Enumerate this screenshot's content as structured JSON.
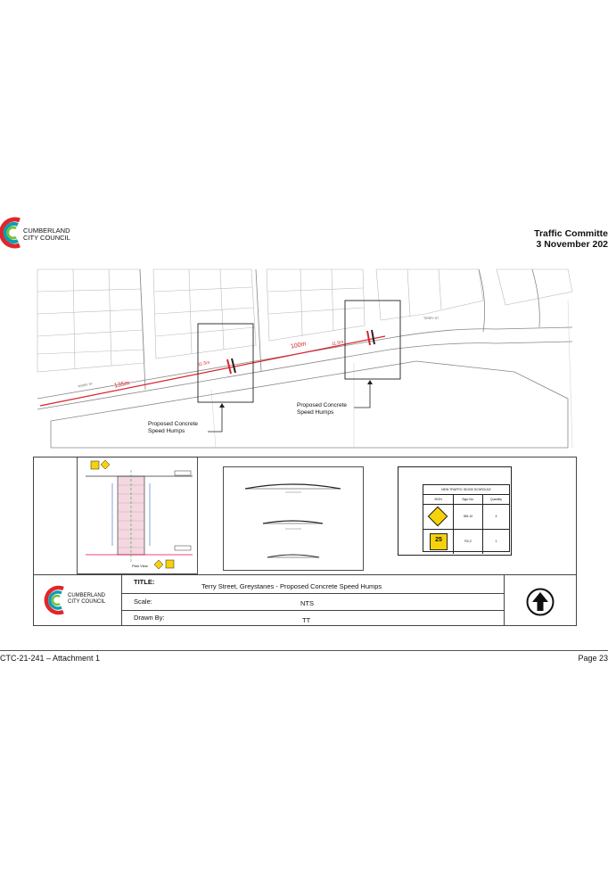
{
  "header": {
    "logo_line1": "CUMBERLAND",
    "logo_line2": "CITY COUNCIL",
    "title_line1": "Traffic Committe",
    "title_line2": "3 November 202"
  },
  "map": {
    "dim_135": "135m",
    "dim_100": "100m",
    "dim_115a": "11.5m",
    "dim_115b": "11.5m",
    "callout_left_line1": "Proposed Concrete",
    "callout_left_line2": "Speed Humps",
    "callout_right_line1": "Proposed Concrete",
    "callout_right_line2": "Speed Humps",
    "street_label": "TERRY ST",
    "street_label2": "TERRY ST"
  },
  "details": {
    "plan_label": "Plan View",
    "schedule": {
      "title": "NEW TRAFFIC SIGNS SCHEDULE",
      "headers": [
        "SIGN",
        "Sign No.",
        "Quantity"
      ],
      "rows": [
        {
          "sign_no": "W5-10",
          "qty": "4"
        },
        {
          "sign_no": "R2-2",
          "qty": "1"
        }
      ],
      "speed_value": "25"
    }
  },
  "title_block": {
    "logo_line1": "CUMBERLAND",
    "logo_line2": "CITY COUNCIL",
    "title_label": "TITLE:",
    "title_value": "Terry Street, Greystanes - Proposed Concrete Speed Humps",
    "scale_label": "Scale:",
    "scale_value": "NTS",
    "drawn_label": "Drawn By:",
    "drawn_value": "TT"
  },
  "footer": {
    "left": "CTC-21-241 – Attachment 1",
    "right": "Page 23"
  },
  "colors": {
    "logo_red": "#e0262b",
    "logo_teal": "#0a9fb5",
    "logo_green": "#7bbf3a",
    "dimension_red": "#d9232d",
    "sign_yellow": "#f5d20a"
  }
}
